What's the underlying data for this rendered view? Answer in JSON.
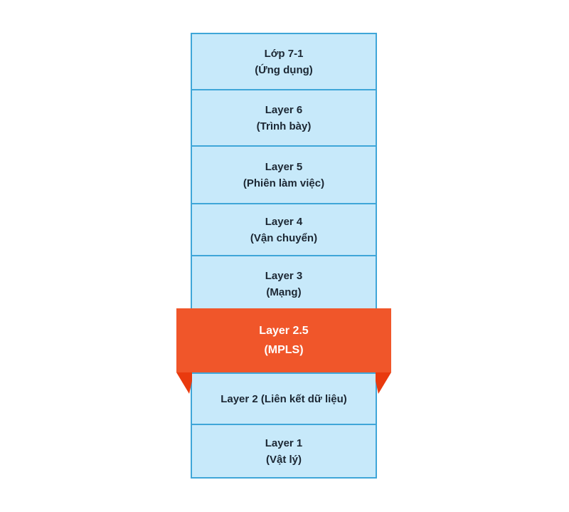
{
  "colors": {
    "page-bg": "#ffffff",
    "box-fill": "#c7e9fa",
    "box-border": "#3fa6d8",
    "box-text": "#1c2733",
    "ribbon-fill": "#f0562a",
    "ribbon-fold": "#e93a0e",
    "ribbon-text": "#ffffff"
  },
  "stack": {
    "layers": [
      {
        "title": "Lớp 7-1",
        "subtitle": "(Ứng dụng)"
      },
      {
        "title": "Layer 6",
        "subtitle": "(Trình bày)"
      },
      {
        "title": "Layer 5",
        "subtitle": "(Phiên làm việc)"
      },
      {
        "title": "Layer 4",
        "subtitle": "(Vận chuyển)"
      },
      {
        "title": "Layer 3",
        "subtitle": "(Mạng)"
      },
      {
        "title": "Layer 2 (Liên kết dữ liệu)"
      },
      {
        "title": "Layer 1",
        "subtitle": "(Vật lý)"
      }
    ],
    "ribbon": {
      "title": "Layer 2.5",
      "subtitle": "(MPLS)"
    }
  }
}
